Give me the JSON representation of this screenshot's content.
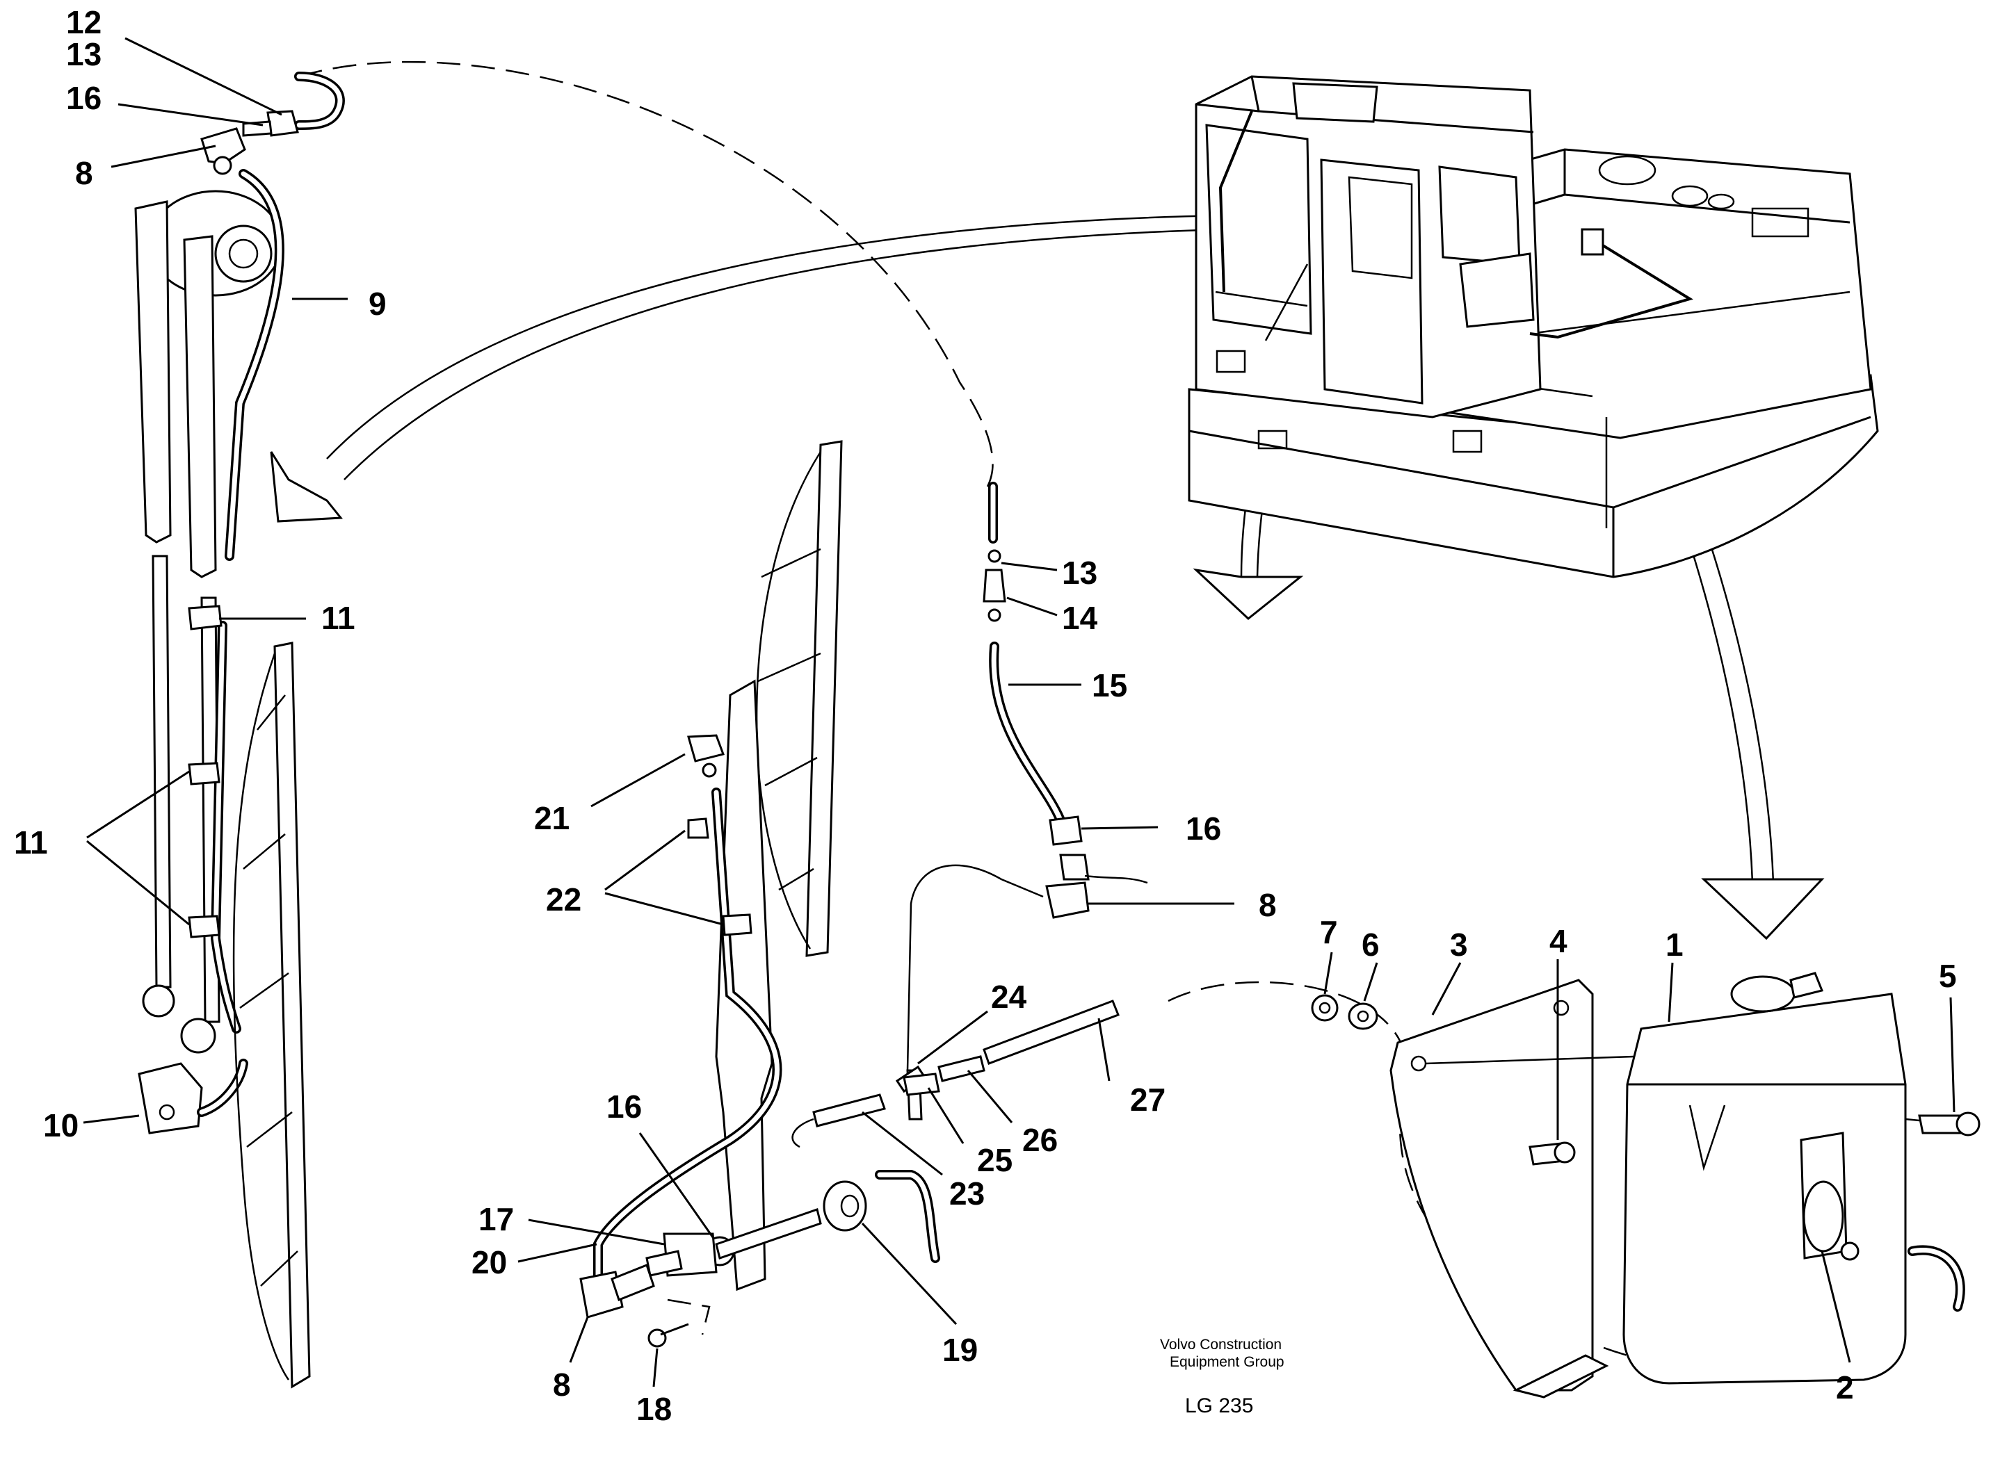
{
  "diagram": {
    "part_numbers": [
      "1",
      "2",
      "3",
      "4",
      "5",
      "6",
      "7",
      "8",
      "9",
      "10",
      "11",
      "12",
      "13",
      "14",
      "15",
      "16",
      "17",
      "18",
      "19",
      "20",
      "21",
      "22",
      "23",
      "24",
      "25",
      "26",
      "27"
    ],
    "labels": {
      "p12_top": "12",
      "p13_top": "13",
      "p16_top": "16",
      "p8_top": "8",
      "p9": "9",
      "p11_upper": "11",
      "p11_left": "11",
      "p10": "10",
      "p13_mid": "13",
      "p14": "14",
      "p15": "15",
      "p16_mid": "16",
      "p8_mid": "8",
      "p21": "21",
      "p22": "22",
      "p24": "24",
      "p27": "27",
      "p26": "26",
      "p25": "25",
      "p23": "23",
      "p16_low": "16",
      "p17": "17",
      "p20": "20",
      "p8_low": "8",
      "p18": "18",
      "p19": "19",
      "p7": "7",
      "p6": "6",
      "p3": "3",
      "p4": "4",
      "p1": "1",
      "p5": "5",
      "p2": "2"
    },
    "credit_line1": "Volvo Construction",
    "credit_line2": "Equipment Group",
    "figure_code": "LG 235"
  }
}
